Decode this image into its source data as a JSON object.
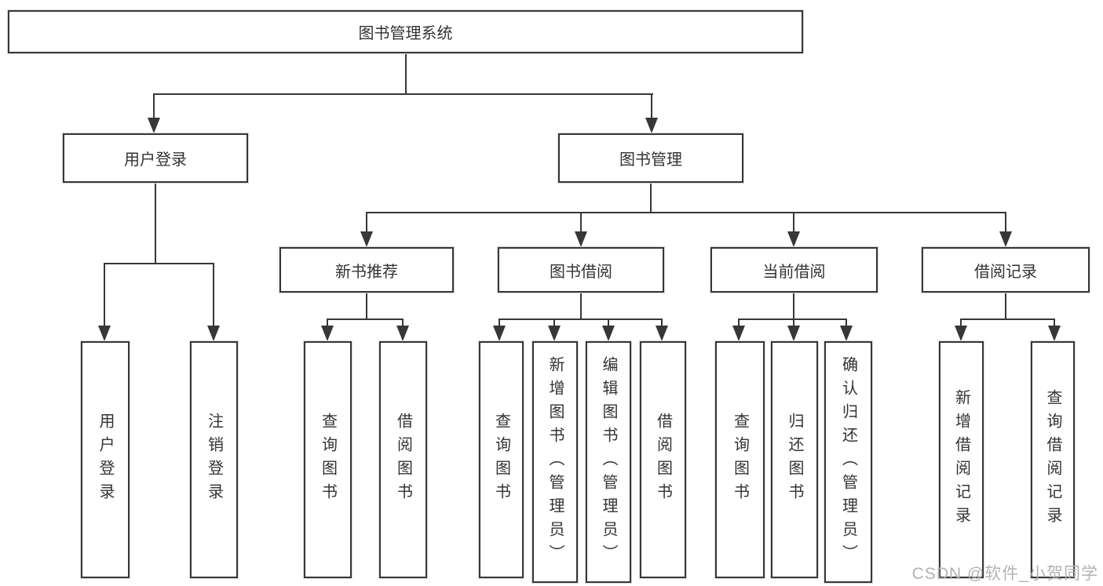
{
  "diagram": {
    "root": {
      "label": "图书管理系统"
    },
    "level2": {
      "user_login": {
        "label": "用户登录"
      },
      "book_mgmt": {
        "label": "图书管理"
      }
    },
    "level3": {
      "new_books": {
        "label": "新书推荐"
      },
      "borrowing": {
        "label": "图书借阅"
      },
      "current": {
        "label": "当前借阅"
      },
      "records": {
        "label": "借阅记录"
      }
    },
    "leaves": {
      "user_login": [
        "用户登录",
        "注销登录"
      ],
      "new_books": [
        "查询图书",
        "借阅图书"
      ],
      "borrowing": [
        "查询图书",
        "新增图书（管理员）",
        "编辑图书（管理员）",
        "借阅图书"
      ],
      "current": [
        "查询图书",
        "归还图书",
        "确认归还（管理员）"
      ],
      "records": [
        "新增借阅记录",
        "查询借阅记录"
      ]
    },
    "watermark": "CSDN @软件_小贺同学",
    "colors": {
      "line": "#373737",
      "text": "#333333",
      "watermark": "#b3b3b3",
      "background": "#ffffff"
    }
  }
}
